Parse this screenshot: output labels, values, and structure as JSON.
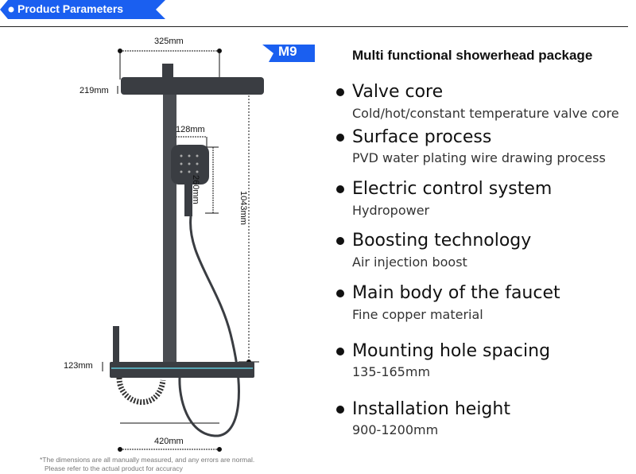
{
  "header": {
    "title": "Product Parameters"
  },
  "model": "M9",
  "package_title": "Multi functional showerhead package",
  "dimensions": {
    "top_width": "325mm",
    "head_thickness": "219mm",
    "handheld_width": "128mm",
    "handheld_height": "260mm",
    "total_height": "1043mm",
    "shelf_thickness": "123mm",
    "base_width": "420mm"
  },
  "specs": [
    {
      "title": "Valve core",
      "value": "Cold/hot/constant temperature valve core"
    },
    {
      "title": "Surface process",
      "value": "PVD water plating wire drawing process"
    },
    {
      "title": "Electric control system",
      "value": "Hydropower"
    },
    {
      "title": "Boosting technology",
      "value": "Air injection boost"
    },
    {
      "title": "Main body of the faucet",
      "value": "Fine copper material"
    },
    {
      "title": "Mounting hole spacing",
      "value": "135-165mm"
    },
    {
      "title": "Installation height",
      "value": "900-1200mm"
    }
  ],
  "note": [
    "*The dimensions are all manually measured, and any errors are normal.",
    "Please refer to the actual product for accuracy"
  ],
  "colors": {
    "accent": "#1a5ff0",
    "product": "#3a3d42"
  }
}
